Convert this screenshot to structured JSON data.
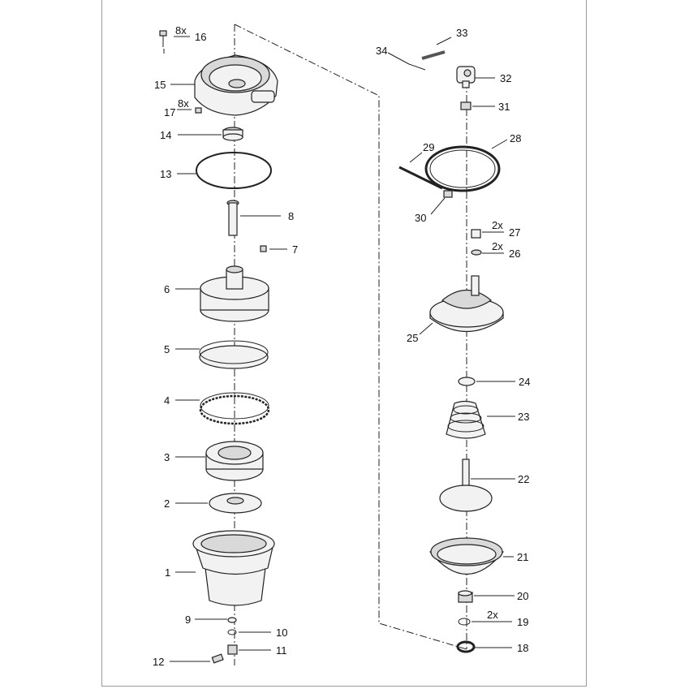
{
  "callouts": [
    {
      "id": "c1",
      "text": "1"
    },
    {
      "id": "c2",
      "text": "2"
    },
    {
      "id": "c3",
      "text": "3"
    },
    {
      "id": "c4",
      "text": "4"
    },
    {
      "id": "c5",
      "text": "5"
    },
    {
      "id": "c6",
      "text": "6"
    },
    {
      "id": "c7",
      "text": "7"
    },
    {
      "id": "c8",
      "text": "8"
    },
    {
      "id": "c9",
      "text": "9"
    },
    {
      "id": "c10",
      "text": "10"
    },
    {
      "id": "c11",
      "text": "11"
    },
    {
      "id": "c12",
      "text": "12"
    },
    {
      "id": "c13",
      "text": "13"
    },
    {
      "id": "c14",
      "text": "14"
    },
    {
      "id": "c15",
      "text": "15"
    },
    {
      "id": "c16",
      "text": "16"
    },
    {
      "id": "c17",
      "text": "17"
    },
    {
      "id": "c18",
      "text": "18"
    },
    {
      "id": "c19",
      "text": "19"
    },
    {
      "id": "c20",
      "text": "20"
    },
    {
      "id": "c21",
      "text": "21"
    },
    {
      "id": "c22",
      "text": "22"
    },
    {
      "id": "c23",
      "text": "23"
    },
    {
      "id": "c24",
      "text": "24"
    },
    {
      "id": "c25",
      "text": "25"
    },
    {
      "id": "c26",
      "text": "26"
    },
    {
      "id": "c27",
      "text": "27"
    },
    {
      "id": "c28",
      "text": "28"
    },
    {
      "id": "c29",
      "text": "29"
    },
    {
      "id": "c30",
      "text": "30"
    },
    {
      "id": "c31",
      "text": "31"
    },
    {
      "id": "c32",
      "text": "32"
    },
    {
      "id": "c33",
      "text": "33"
    },
    {
      "id": "c34",
      "text": "34"
    }
  ],
  "quantities": {
    "q16": "8x",
    "q17": "8x",
    "q27": "2x",
    "q26": "2x",
    "q19": "2x"
  }
}
